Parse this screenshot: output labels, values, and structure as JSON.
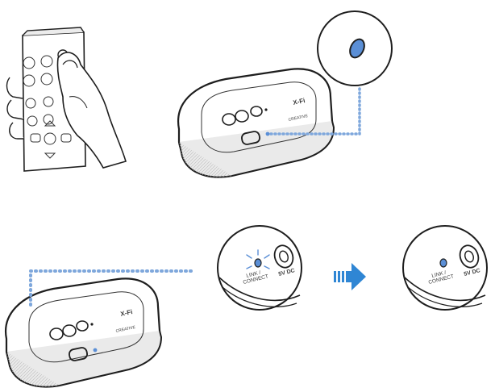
{
  "device": {
    "brand": "CREATIVE",
    "logo": "X-Fi"
  },
  "port_panel": {
    "link_label_line1": "LINK /",
    "link_label_line2": "CONNECT",
    "power_label": "5V DC"
  },
  "colors": {
    "accent_blue": "#5b8fd6",
    "dotted_line": "#7ea7dc",
    "arrow": "#2f86d4",
    "outline": "#1e1e1e"
  },
  "icons": {
    "remote": "remote-control-icon",
    "hand": "hand-icon",
    "arrow": "right-arrow-icon",
    "led": "led-icon"
  }
}
